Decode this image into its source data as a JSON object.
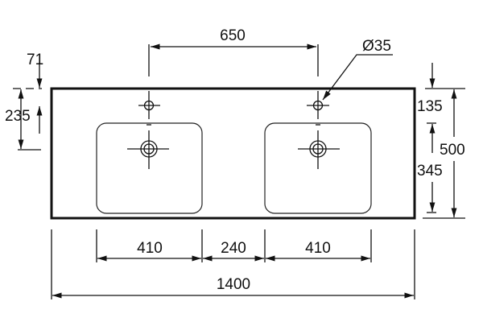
{
  "drawing": {
    "title": "Double washbasin dimension drawing",
    "dims": {
      "tap_spacing": "650",
      "tap_hole_diameter": "Ø35",
      "top_offset": "71",
      "drain_from_back": "235",
      "tap_from_back": "135",
      "basin_depth": "345",
      "overall_depth": "500",
      "basin_width_left": "410",
      "basin_gap": "240",
      "basin_width_right": "410",
      "overall_width": "1400"
    }
  }
}
